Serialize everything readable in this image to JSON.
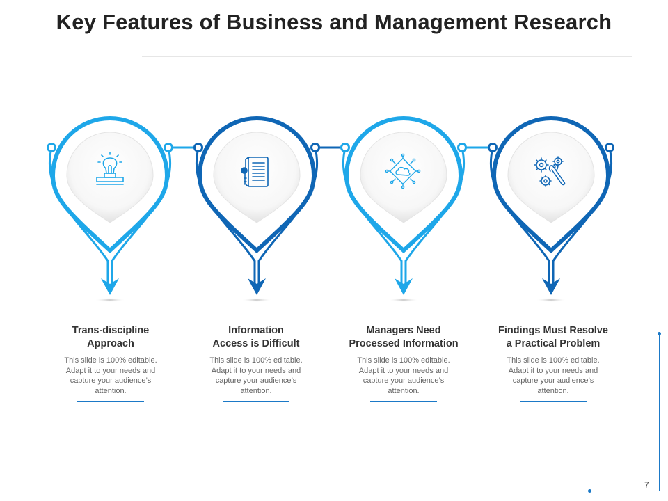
{
  "slide": {
    "title": "Key Features of Business and Management Research",
    "page_number": "7"
  },
  "colors": {
    "light_blue": "#1ea7e9",
    "dark_blue": "#0f66b5"
  },
  "features": [
    {
      "heading_line1": "Trans-discipline",
      "heading_line2": "Approach",
      "body": "This slide is 100% editable. Adapt it to your needs and capture your audience’s attention.",
      "icon": "lightbulb-stamp-icon",
      "color": "#1ea7e9"
    },
    {
      "heading_line1": "Information",
      "heading_line2": "Access is Difficult",
      "body": "This slide is 100% editable. Adapt it to your needs and capture your audience’s attention.",
      "icon": "key-document-icon",
      "color": "#0f66b5"
    },
    {
      "heading_line1": "Managers Need",
      "heading_line2": "Processed Information",
      "body": "This slide is 100% editable. Adapt it to your needs and capture your audience’s attention.",
      "icon": "cloud-circuit-icon",
      "color": "#1ea7e9"
    },
    {
      "heading_line1": "Findings Must Resolve",
      "heading_line2": "a Practical Problem",
      "body": "This slide is 100% editable. Adapt it to your needs and capture your audience’s attention.",
      "icon": "gears-wrench-icon",
      "color": "#0f66b5"
    }
  ]
}
